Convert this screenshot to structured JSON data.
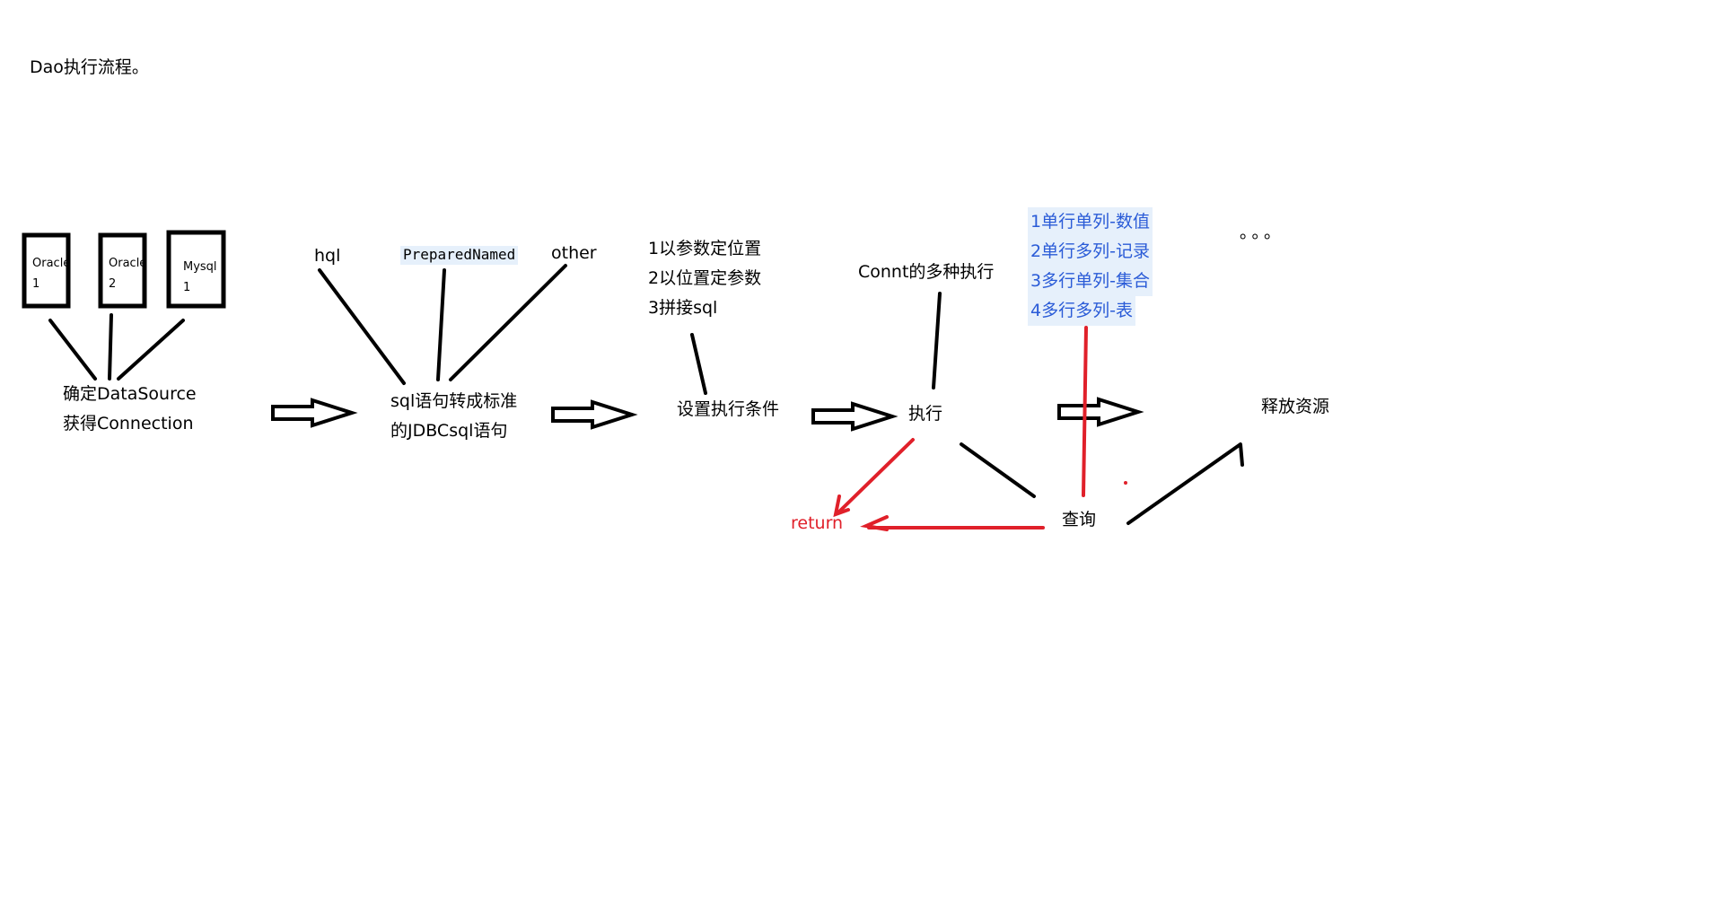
{
  "title": "Dao执行流程。",
  "databases": [
    {
      "name": "Oracle",
      "num": "1"
    },
    {
      "name": "Oracle",
      "num": "2"
    },
    {
      "name": "Mysql",
      "num": "1"
    }
  ],
  "datasource": {
    "line1": "确定DataSource",
    "line2": "获得Connection"
  },
  "query_types": {
    "hql": "hql",
    "prepared": "PreparedNamed",
    "other": "other"
  },
  "sql_convert": {
    "line1": "sql语句转成标准",
    "line2": "的JDBCsql语句"
  },
  "param_options": [
    "1以参数定位置",
    "2以位置定参数",
    "3拼接sql"
  ],
  "set_condition": "设置执行条件",
  "conn_exec": "Connt的多种执行",
  "execute": "执行",
  "query_results": [
    "1单行单列-数值",
    "2单行多列-记录",
    "3多行单列-集合",
    "4多行多列-表"
  ],
  "ellipsis": "。。。",
  "release": "释放资源",
  "query": "查询",
  "return": "return",
  "colors": {
    "line": "#000000",
    "red": "#e0202a",
    "blue": "#2a5bd7",
    "highlight": "#e6f0fb"
  }
}
